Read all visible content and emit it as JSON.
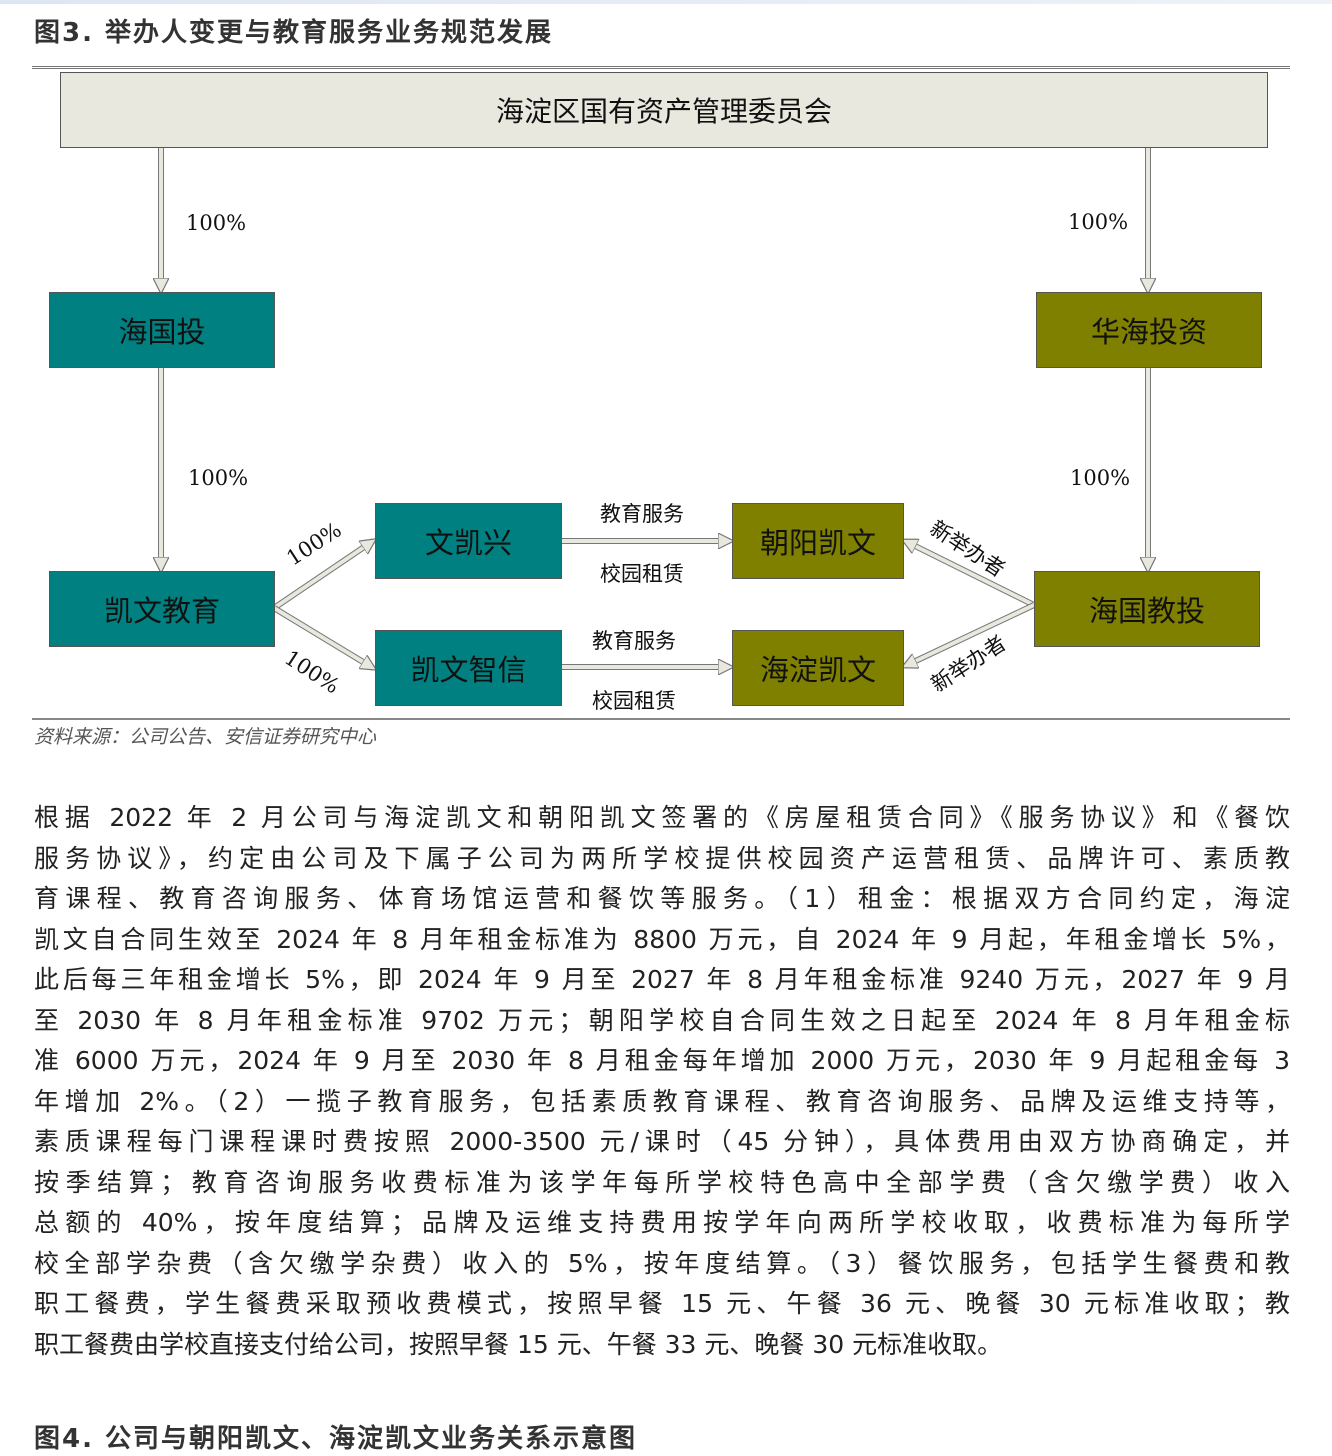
{
  "figure3": {
    "title": "图3. 举办人变更与教育服务业务规范发展",
    "nodes": {
      "top": "海淀区国有资产管理委员会",
      "haiguotou": "海国投",
      "huahai": "华海投资",
      "kaiwen_edu": "凯文教育",
      "haiguo_jiaotou": "海国教投",
      "wenkaixing": "文凯兴",
      "kaiwen_zhixin": "凯文智信",
      "chaoyang": "朝阳凯文",
      "haidian": "海淀凯文"
    },
    "edge_labels": {
      "top_to_haiguotou": "100%",
      "haiguotou_to_kaiwen": "100%",
      "top_to_huahai": "100%",
      "huahai_to_haiguo": "100%",
      "kaiwen_to_wenkaixing": "100%",
      "kaiwen_to_zhixin": "100%",
      "upper_service": "教育服务",
      "upper_lease": "校园租赁",
      "lower_service": "教育服务",
      "lower_lease": "校园租赁",
      "new_sponsor_upper": "新举办者",
      "new_sponsor_lower": "新举办者"
    },
    "colors": {
      "teal": "#008080",
      "olive": "#808000",
      "top_box": "#e8e8de"
    },
    "source": "资料来源：公司公告、安信证券研究中心"
  },
  "paragraph": [
    "根据 2022 年 2 月公司与海淀凯文和朝阳凯文签署的《房屋租赁合同》《服务协议》和《餐饮",
    "服务协议》，约定由公司及下属子公司为两所学校提供校园资产运营租赁、品牌许可、素质教",
    "育课程、教育咨询服务、体育场馆运营和餐饮等服务。（1）租金：根据双方合同约定，海淀",
    "凯文自合同生效至 2024 年 8 月年租金标准为 8800 万元，自  2024 年 9 月起，年租金增长 5%，",
    "此后每三年租金增长 5%，即 2024 年 9 月至 2027 年 8 月年租金标准 9240 万元，2027 年 9 月",
    "至 2030 年 8 月年租金标准 9702 万元；朝阳学校自合同生效之日起至 2024 年 8 月年租金标",
    "准 6000 万元，2024 年 9 月至 2030 年 8 月租金每年增加 2000 万元，2030 年 9 月起租金每 3",
    "年增加 2%。（2）一揽子教育服务，包括素质教育课程、教育咨询服务、品牌及运维支持等，",
    "素质课程每门课程课时费按照 2000-3500 元/课时（45 分钟），具体费用由双方协商确定，并",
    "按季结算；教育咨询服务收费标准为该学年每所学校特色高中全部学费（含欠缴学费）收入",
    "总额的 40%，按年度结算；品牌及运维支持费用按学年向两所学校收取，收费标准为每所学",
    "校全部学杂费（含欠缴学杂费）收入的 5%，按年度结算。（3）餐饮服务，包括学生餐费和教",
    "职工餐费，学生餐费采取预收费模式，按照早餐 15 元、午餐 36 元、晚餐 30 元标准收取；教",
    "职工餐费由学校直接支付给公司，按照早餐 15 元、午餐 33 元、晚餐 30 元标准收取。"
  ],
  "figure4": {
    "title": "图4. 公司与朝阳凯文、海淀凯文业务关系示意图"
  }
}
